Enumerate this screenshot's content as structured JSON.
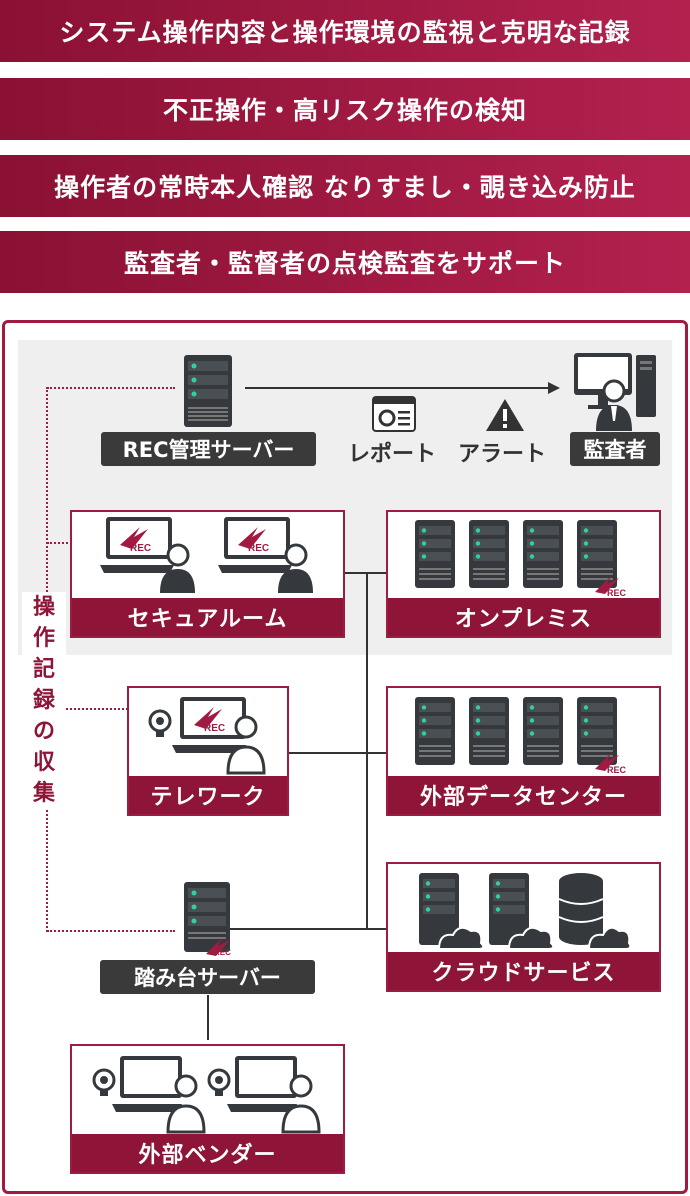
{
  "banners": [
    "システム操作内容と操作環境の監視と克明な記録",
    "不正操作・高リスク操作の検知",
    "操作者の常時本人確認 なりすまし・覗き込み防止",
    "監査者・監督者の点検監査をサポート"
  ],
  "diagram": {
    "rec_server_label": "REC管理サーバー",
    "report_label": "レポート",
    "alert_label": "アラート",
    "auditor_label": "監査者",
    "secure_room_label": "セキュアルーム",
    "onpremise_label": "オンプレミス",
    "telework_label": "テレワーク",
    "external_dc_label": "外部データセンター",
    "cloud_label": "クラウドサービス",
    "bastion_label": "踏み台サーバー",
    "vendor_label": "外部ベンダー",
    "collection_label": [
      "操",
      "作",
      "記",
      "録",
      "の",
      "収",
      "集"
    ],
    "rec_badge": "REC"
  },
  "colors": {
    "brand": "#8e1537",
    "dark": "#3a3a3a",
    "server": "#35393d",
    "led": "#2fd1a0"
  }
}
